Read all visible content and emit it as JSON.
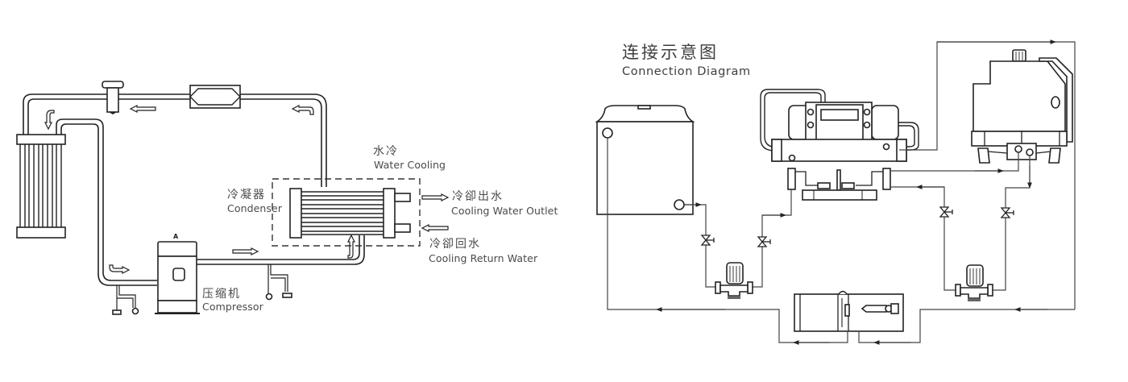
{
  "left_diagram": {
    "condenser": {
      "cn": "冷凝器",
      "en": "Condenser"
    },
    "water_cooling": {
      "cn": "水冷",
      "en": "Water Cooling"
    },
    "cooling_water_outlet": {
      "cn": "冷卻出水",
      "en": "Cooling Water Outlet"
    },
    "cooling_return_water": {
      "cn": "冷卻回水",
      "en": "Cooling Return Water"
    },
    "compressor": {
      "cn": "压缩机",
      "en": "Compressor",
      "badge": "A"
    }
  },
  "right_diagram": {
    "title_cn": "连接示意图",
    "title_en": "Connection Diagram"
  },
  "colors": {
    "line": "#222222",
    "text": "#4a4a4a",
    "background": "#ffffff"
  }
}
